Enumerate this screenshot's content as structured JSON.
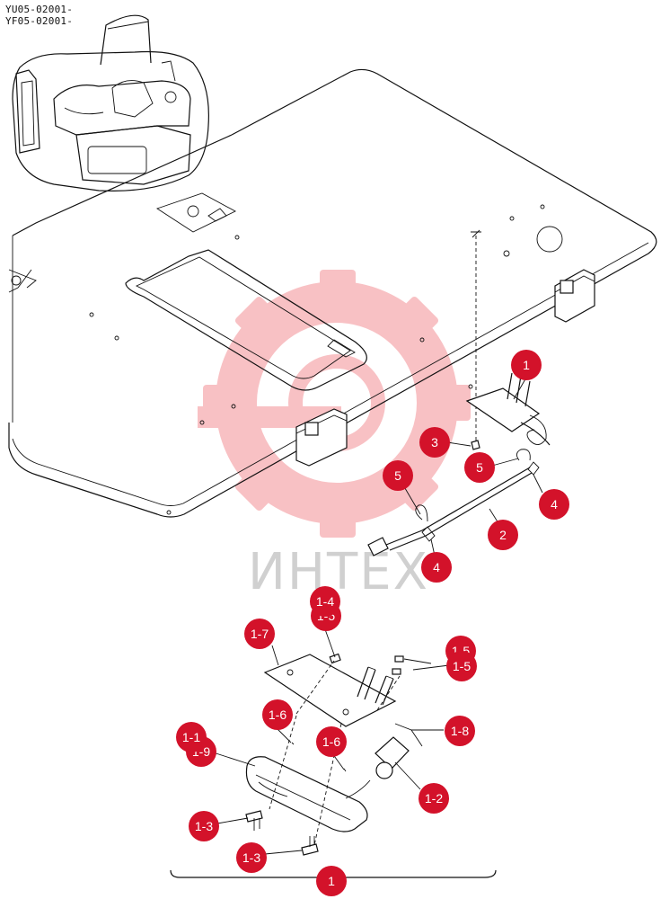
{
  "header": {
    "serial_1": "YU05-02001-",
    "serial_2": "YF05-02001-"
  },
  "watermark": {
    "text": "ИНТЕХ",
    "color": "#e8242f"
  },
  "callouts": {
    "c1_top": "1",
    "c3": "3",
    "c5_right": "5",
    "c5_left": "5",
    "c4_right": "4",
    "c2": "2",
    "c4_left": "4",
    "c1_4": "1-4",
    "c1_5_under": "1-5",
    "c1_7": "1-7",
    "c1_5a": "1-5",
    "c1_5b": "1-5",
    "c1_6a": "1-6",
    "c1_8": "1-8",
    "c1_1": "1-1",
    "c1_9": "1-9",
    "c1_6b": "1-6",
    "c1_2": "1-2",
    "c1_3a": "1-3",
    "c1_3b": "1-3",
    "c1_bottom": "1"
  },
  "colors": {
    "callout_fill": "#d3122a",
    "line": "#111111"
  }
}
